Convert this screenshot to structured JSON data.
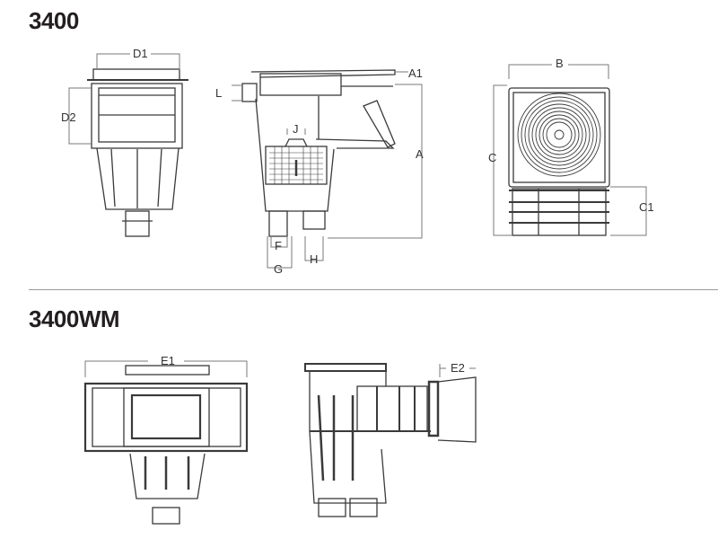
{
  "sections": [
    {
      "title": "3400",
      "views": {
        "front": {
          "labels": [
            "D1",
            "D2"
          ]
        },
        "side": {
          "labels": [
            "A1",
            "L",
            "J",
            "A",
            "F",
            "G",
            "H"
          ]
        },
        "top": {
          "labels": [
            "B",
            "C",
            "C1"
          ]
        }
      }
    },
    {
      "title": "3400WM",
      "views": {
        "front": {
          "labels": [
            "E1"
          ]
        },
        "side": {
          "labels": [
            "E2"
          ]
        }
      }
    }
  ],
  "labels": {
    "D1": "D1",
    "D2": "D2",
    "A1": "A1",
    "L": "L",
    "J": "J",
    "A": "A",
    "F": "F",
    "G": "G",
    "H": "H",
    "B": "B",
    "C": "C",
    "C1": "C1",
    "E1": "E1",
    "E2": "E2"
  },
  "colors": {
    "line": "#3a3a3a",
    "dim": "#7a7a7a",
    "divider": "#9a9a9a",
    "title": "#231f20"
  }
}
